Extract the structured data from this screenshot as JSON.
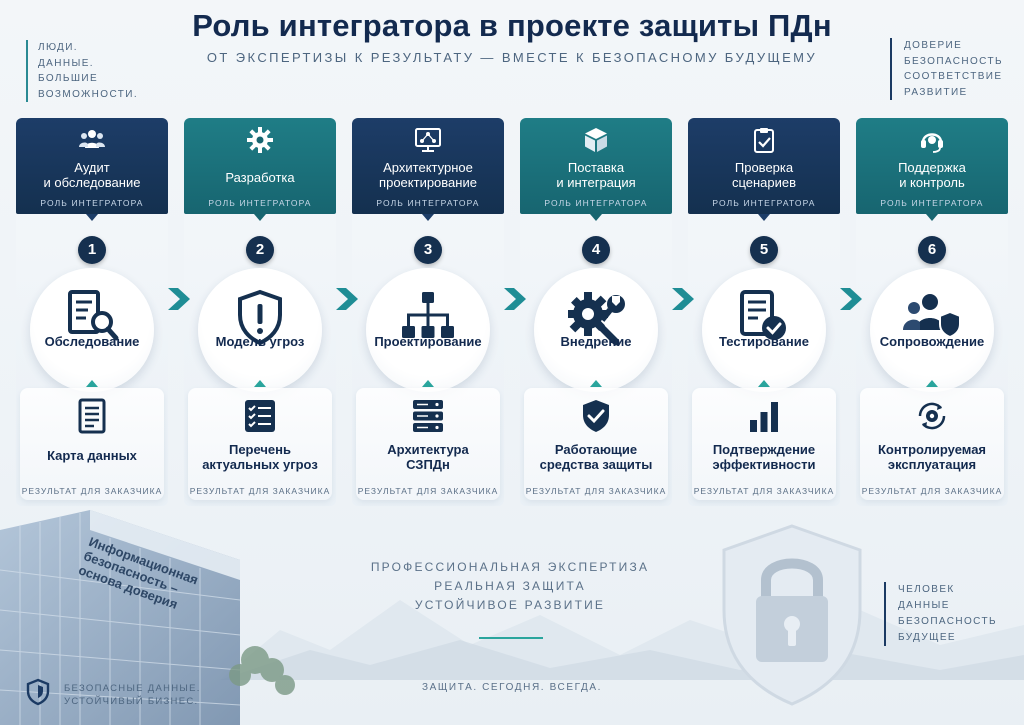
{
  "title": "Роль интегратора в проекте защиты ПДн",
  "subtitle": "ОТ ЭКСПЕРТИЗЫ К РЕЗУЛЬТАТУ — ВМЕСТЕ К БЕЗОПАСНОМУ БУДУЩЕМУ",
  "side_left": [
    "Люди.",
    "Данные.",
    "Большие",
    "возможности."
  ],
  "side_right": [
    "Доверие",
    "Безопасность",
    "Соответствие",
    "Развитие"
  ],
  "role_label": "РОЛЬ ИНТЕГРАТОРА",
  "result_label": "РЕЗУЛЬТАТ ДЛЯ ЗАКАЗЧИКА",
  "stages": [
    {
      "number": "1",
      "header_line1": "Аудит",
      "header_line2": "и обследование",
      "header_icon": "team-icon",
      "color": "navy",
      "stage_label": "Обследование",
      "stage_icon": "document-search-icon",
      "result_line1": "Карта данных",
      "result_line2": "",
      "result_icon": "document-list-icon"
    },
    {
      "number": "2",
      "header_line1": "Разработка",
      "header_line2": "",
      "header_icon": "gear-icon",
      "color": "teal",
      "stage_label": "Модель угроз",
      "stage_icon": "shield-alert-icon",
      "result_line1": "Перечень",
      "result_line2": "актуальных угроз",
      "result_icon": "checklist-icon"
    },
    {
      "number": "3",
      "header_line1": "Архитектурное",
      "header_line2": "проектирование",
      "header_icon": "monitor-network-icon",
      "color": "navy",
      "stage_label": "Проектирование",
      "stage_icon": "hierarchy-icon",
      "result_line1": "Архитектура",
      "result_line2": "СЗПДн",
      "result_icon": "server-icon"
    },
    {
      "number": "4",
      "header_line1": "Поставка",
      "header_line2": "и интеграция",
      "header_icon": "box-icon",
      "color": "teal",
      "stage_label": "Внедрение",
      "stage_icon": "gear-wrench-icon",
      "result_line1": "Работающие",
      "result_line2": "средства защиты",
      "result_icon": "shield-check-icon"
    },
    {
      "number": "5",
      "header_line1": "Проверка",
      "header_line2": "сценариев",
      "header_icon": "clipboard-check-icon",
      "color": "navy",
      "stage_label": "Тестирование",
      "stage_icon": "document-check-icon",
      "result_line1": "Подтверждение",
      "result_line2": "эффективности",
      "result_icon": "bar-chart-icon"
    },
    {
      "number": "6",
      "header_line1": "Поддержка",
      "header_line2": "и контроль",
      "header_icon": "headset-icon",
      "color": "teal",
      "stage_label": "Сопровождение",
      "stage_icon": "users-shield-icon",
      "result_line1": "Контролируемая",
      "result_line2": "эксплуатация",
      "result_icon": "cycle-gear-icon"
    }
  ],
  "building_text": [
    "Информационная",
    "безопасность –",
    "основа доверия"
  ],
  "values": [
    "Профессиональная экспертиза",
    "Реальная защита",
    "Устойчивое развитие"
  ],
  "motto": "ЗАЩИТА. СЕГОДНЯ. ВСЕГДА.",
  "right_note": [
    "Человек",
    "Данные",
    "Безопасность",
    "Будущее"
  ],
  "footer": [
    "Безопасные данные.",
    "Устойчивый бизнес."
  ],
  "colors": {
    "navy": "#14304f",
    "teal": "#176570",
    "accent": "#2aa59d"
  }
}
